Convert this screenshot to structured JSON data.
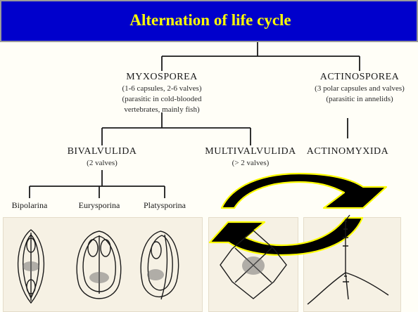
{
  "slide": {
    "title": "Alternation of life cycle"
  },
  "tree": {
    "myxosporea": {
      "name": "MYXOSPOREA",
      "desc": [
        "(1-6 capsules, 2-6 valves)",
        "(parasitic in cold-blooded",
        "vertebrates, mainly fish)"
      ]
    },
    "actinosporea": {
      "name": "ACTINOSPOREA",
      "desc": [
        "(3 polar capsules and valves)",
        "(parasitic in annelids)"
      ]
    },
    "bivalvulida": {
      "name": "BIVALVULIDA",
      "desc": "(2 valves)"
    },
    "multivalvulida": {
      "name": "MULTIVALVULIDA",
      "desc": "(> 2 valves)"
    },
    "actinomyxida": {
      "name": "ACTINOMYXIDA"
    },
    "leaves": [
      "Bipolarina",
      "Eurysporina",
      "Platysporina"
    ]
  },
  "colors": {
    "title_background": "#0000cc",
    "title_text": "#ffff00",
    "arrow_fill": "#000000",
    "arrow_outline": "#ffff00",
    "page_background": "#fffef7"
  }
}
